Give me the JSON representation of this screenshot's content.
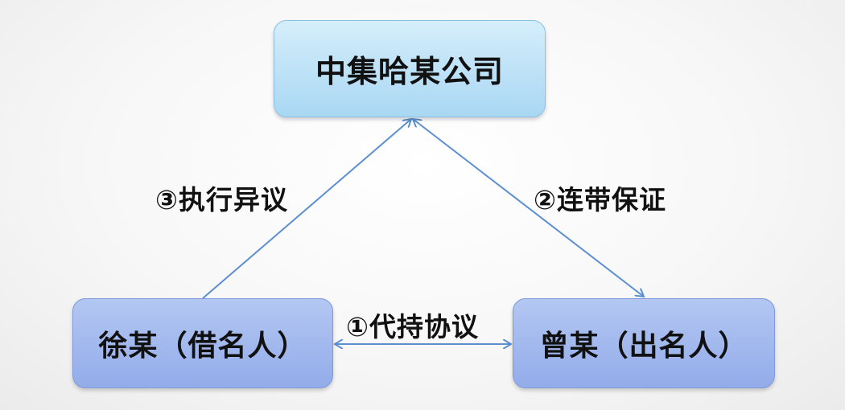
{
  "nodes": {
    "top": "中集哈某公司",
    "left": "徐某（借名人）",
    "right": "曾某（出名人）"
  },
  "edges": {
    "left": "③执行异议",
    "right": "②连带保证",
    "bottom": "①代持协议"
  },
  "colors": {
    "arrow": "#5b8fd0",
    "top_node": "#a9d7f3",
    "bottom_nodes": "#93acea"
  }
}
